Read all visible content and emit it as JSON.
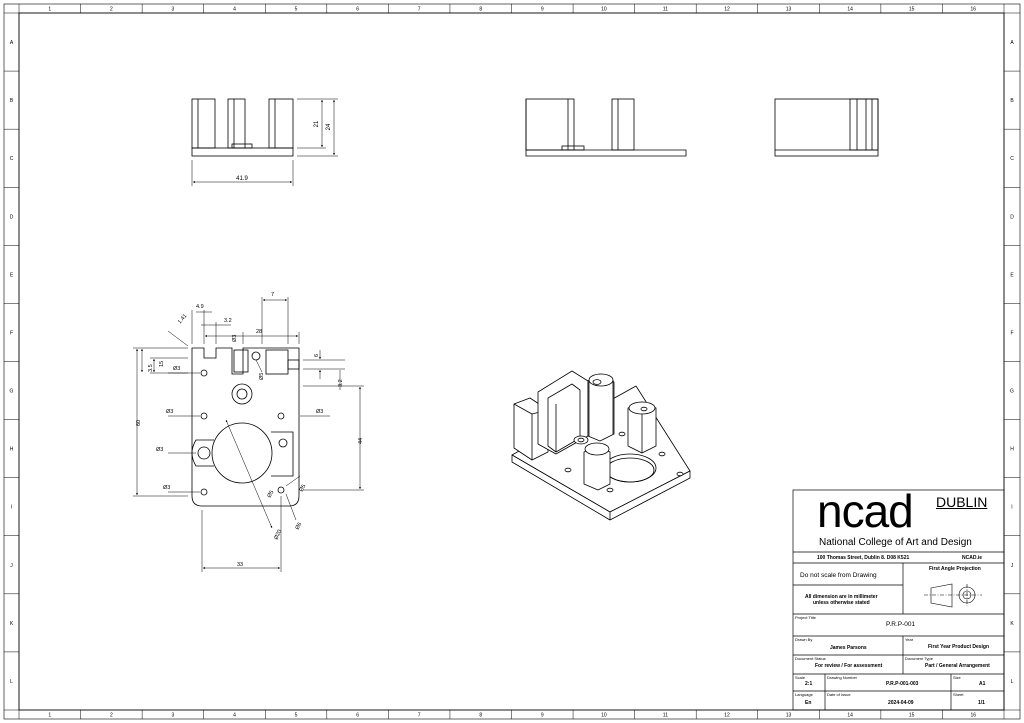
{
  "border": {
    "columns": [
      "1",
      "2",
      "3",
      "4",
      "5",
      "6",
      "7",
      "8",
      "9",
      "10",
      "11",
      "12",
      "13",
      "14",
      "15",
      "16"
    ],
    "rows": [
      "A",
      "B",
      "C",
      "D",
      "E",
      "F",
      "G",
      "H",
      "I",
      "J",
      "K",
      "L"
    ]
  },
  "dimensions": {
    "width_41_9": "41.9",
    "height_21": "21",
    "height_24": "24",
    "d_4_9": "4.9",
    "d_7": "7",
    "d_1_41": "1.41",
    "d_3_2_top": "3.2",
    "d_28": "28",
    "d_3_5": "3.5",
    "d_15": "15",
    "d_6": "6",
    "d_60": "60",
    "d_44": "44",
    "d_3_2_right": "3.2",
    "d_33": "33",
    "dia_3_a": "Ø3",
    "dia_3_b": "Ø3",
    "dia_3_c": "Ø3",
    "dia_3_d": "Ø3",
    "dia_3_e": "Ø3",
    "dia_3_f": "Ø3",
    "dia_5_top": "Ø5",
    "dia_5_mid": "Ø5",
    "dia_5_right": "Ø5",
    "dia_6_bottom": "Ø6",
    "dia_20": "Ø20"
  },
  "title_block": {
    "logo_text": "ncad",
    "logo_city": "DUBLIN",
    "college_name": "National College of Art and Design",
    "address": "100 Thomas Street, Dublin 8. D08 K521",
    "website": "NCAD.ie",
    "scale_warning": "Do not scale from Drawing",
    "units_note_1": "All dimension are in millimeter",
    "units_note_2": "unless otherwise stated",
    "projection_title": "First Angle Projection",
    "project_title_label": "Project Title",
    "project_title": "P.R.P-001",
    "drawn_by_label": "Drawn By",
    "drawn_by": "James Parsons",
    "year_label": "Year",
    "year": "First Year Product Design",
    "doc_status_label": "Document Status",
    "doc_status": "For review / For assessment",
    "doc_type_label": "Document Type",
    "doc_type": "Part / General Arrangement",
    "scale_label": "Scale",
    "scale": "2:1",
    "drawing_number_label": "Drawing Number",
    "drawing_number": "P.R.P-001-003",
    "size_label": "Size",
    "size": "A1",
    "language_label": "Language",
    "language": "En",
    "date_label": "Date of Issue",
    "date": "2024-04-09",
    "sheet_label": "Sheet",
    "sheet": "1/1"
  }
}
